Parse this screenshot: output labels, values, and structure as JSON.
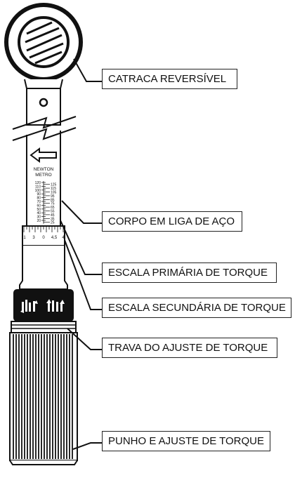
{
  "labels": {
    "ratchet": "CATRACA REVERSÍVEL",
    "body": "CORPO EM LIGA DE AÇO",
    "primary_scale": "ESCALA PRIMÁRIA DE TORQUE",
    "secondary_scale": "ESCALA SECUNDÁRIA DE TORQUE",
    "lock": "TRAVA DO AJUSTE DE TORQUE",
    "grip": "PUNHO E AJUSTE DE TORQUE"
  },
  "scale": {
    "unit_line1": "NEWTON",
    "unit_line2": "METRO",
    "left_ticks": [
      "120",
      "110",
      "100",
      "90",
      "80",
      "70",
      "60",
      "50",
      "40",
      "30",
      "20"
    ],
    "right_ticks": [
      "125",
      "115",
      "105",
      "95",
      "85",
      "75",
      "65",
      "55",
      "45",
      "35",
      "25"
    ],
    "secondary_ticks": [
      "1",
      "3",
      "0",
      "4,5",
      "4"
    ]
  },
  "colors": {
    "line": "#111111",
    "background": "#ffffff",
    "metal": "#ffffff",
    "collar": "#111111"
  }
}
